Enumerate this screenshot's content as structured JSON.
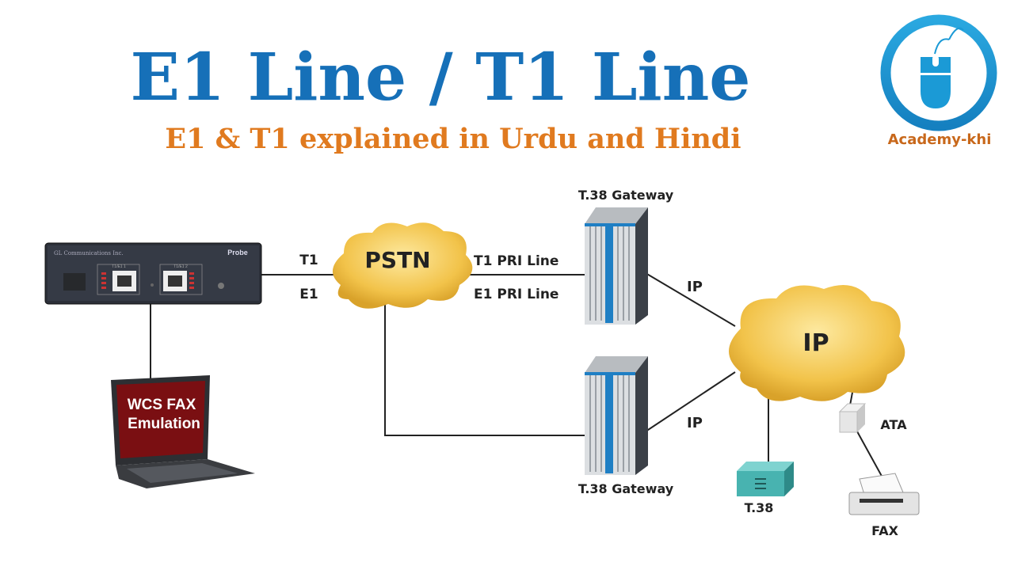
{
  "header": {
    "title": "E1 Line / T1 Line",
    "subtitle": "E1 & T1 explained in Urdu and Hindi",
    "title_color": "#1670b8",
    "subtitle_color": "#e07a1f"
  },
  "logo": {
    "text": "Academy-khi",
    "icon": "mouse-icon",
    "color": "#1b9ad6"
  },
  "device": {
    "brand": "GL Communications Inc.",
    "port1": "T1/E1 1",
    "port2": "T1/E1 2",
    "logo": "Probe"
  },
  "laptop": {
    "screen_line1": "WCS FAX",
    "screen_line2": "Emulation"
  },
  "labels": {
    "t1": "T1",
    "e1": "E1",
    "pstn": "PSTN",
    "t1_pri": "T1 PRI Line",
    "e1_pri": "E1 PRI Line",
    "gateway_top": "T.38 Gateway",
    "gateway_bottom": "T.38 Gateway",
    "ip_top": "IP",
    "ip_bottom": "IP",
    "ip_cloud": "IP",
    "t38": "T.38",
    "ata": "ATA",
    "fax": "FAX"
  }
}
